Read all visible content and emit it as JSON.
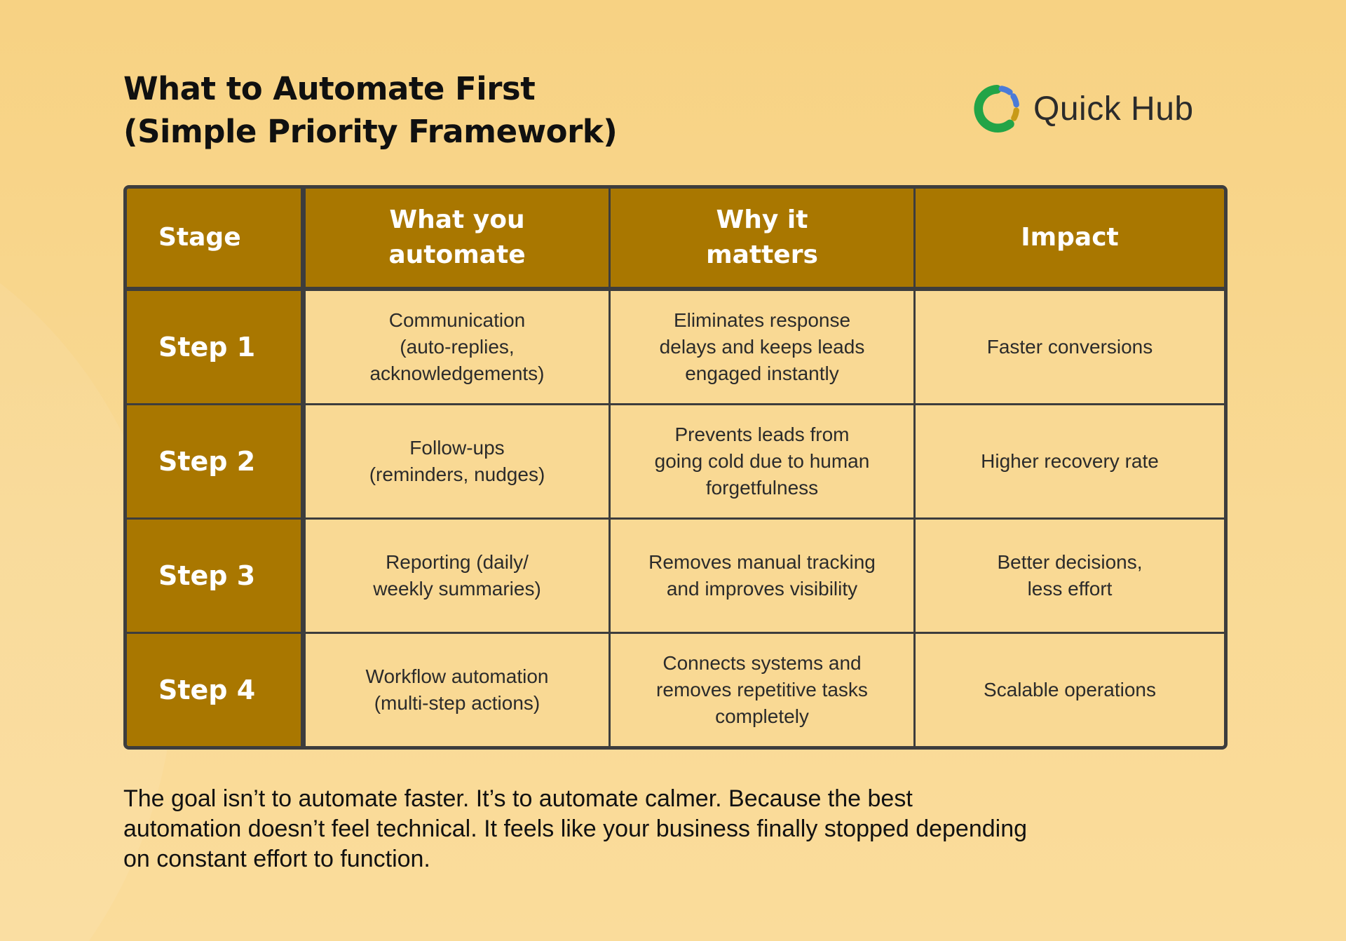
{
  "title": {
    "line1": "What to Automate First",
    "line2": "(Simple Priority Framework)"
  },
  "brand": {
    "name": "Quick Hub",
    "icon": "quick-hub-logo-icon",
    "colors": {
      "green": "#22a447",
      "blue": "#4b7bd8",
      "gold": "#c89a18"
    }
  },
  "table": {
    "headers": {
      "stage": "Stage",
      "what": "What you\nautomate",
      "why": "Why it\nmatters",
      "impact": "Impact"
    },
    "rows": [
      {
        "stage": "Step 1",
        "what": "Communication\n(auto-replies,\nacknowledgements)",
        "why": "Eliminates response\ndelays and keeps leads\nengaged instantly",
        "impact": "Faster conversions"
      },
      {
        "stage": "Step 2",
        "what": "Follow-ups\n(reminders, nudges)",
        "why": "Prevents leads from\ngoing cold due to human\nforgetfulness",
        "impact": "Higher recovery rate"
      },
      {
        "stage": "Step 3",
        "what": "Reporting (daily/\nweekly summaries)",
        "why": "Removes manual tracking\nand improves visibility",
        "impact": "Better decisions,\nless effort"
      },
      {
        "stage": "Step 4",
        "what": "Workflow automation\n(multi-step actions)",
        "why": "Connects systems and\nremoves repetitive tasks\ncompletely",
        "impact": "Scalable operations"
      }
    ]
  },
  "footer": {
    "text": "The goal isn’t to automate faster. It’s to automate calmer. Because the best automation doesn’t feel technical. It feels like your business finally stopped depending on constant effort to function."
  },
  "colors": {
    "background": "#f8d691",
    "header_fill": "#a97700",
    "border": "#3d3d3d"
  }
}
